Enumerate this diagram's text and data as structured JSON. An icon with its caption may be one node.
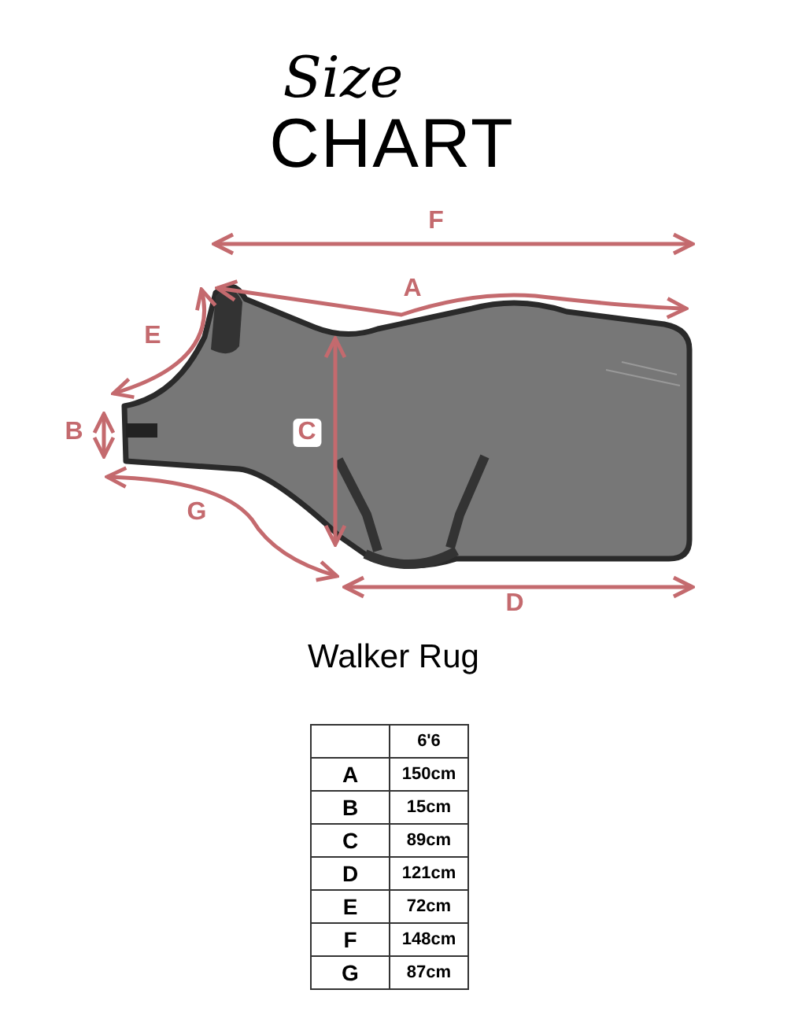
{
  "diagram": {
    "caption": "Walker Rug",
    "labels": [
      "Size",
      "CHART",
      "F",
      "A",
      "E",
      "B",
      "C",
      "G",
      "D",
      "6'6",
      "A",
      "150cm",
      "B",
      "15cm",
      "C",
      "89cm",
      "D",
      "121cm",
      "E",
      "72cm",
      "F",
      "148cm",
      "G",
      "87cm"
    ]
  }
}
